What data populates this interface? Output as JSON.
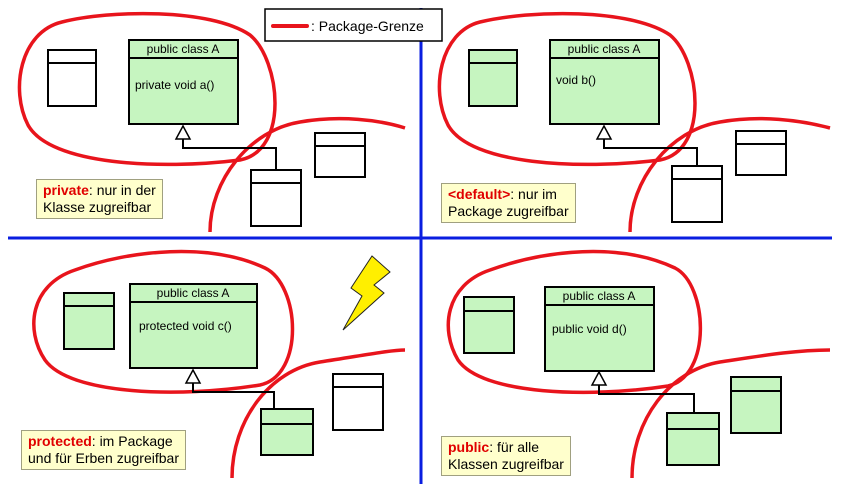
{
  "legend": {
    "label": ": Package-Grenze",
    "color": "#e8141c"
  },
  "colors": {
    "divider": "#0a1ee0",
    "package": "#e8141c",
    "class_fill": "#c6f5c0",
    "note_fill": "#ffffcc",
    "keyword": "#e00000"
  },
  "quadrants": [
    {
      "class_title": "public class A",
      "method": "private void a()",
      "keyword": "private",
      "note_line1_rest": ": nur in der",
      "note_line2": "Klasse zugreifbar"
    },
    {
      "class_title": "public class A",
      "method": "void b()",
      "keyword": "<default>",
      "note_line1_rest": ": nur im",
      "note_line2": "Package zugreifbar"
    },
    {
      "class_title": "public class A",
      "method": "protected void c()",
      "keyword": "protected",
      "note_line1_rest": ": im Package",
      "note_line2": "und für Erben zugreifbar"
    },
    {
      "class_title": "public class A",
      "method": "public void d()",
      "keyword": "public",
      "note_line1_rest": ": für alle",
      "note_line2": "Klassen zugreifbar"
    }
  ],
  "icons": {
    "lightning": "lightning-bolt-icon"
  }
}
